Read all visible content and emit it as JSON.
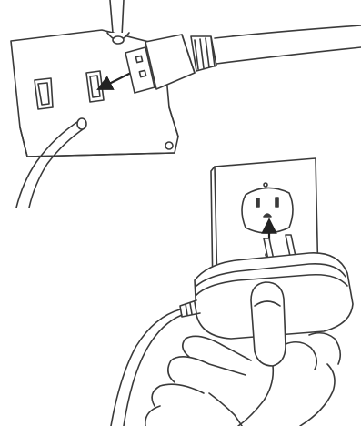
{
  "colors": {
    "line": "#3a3a3a",
    "fill": "#ffffff",
    "shade": "#e6e6e6"
  },
  "panels": [
    {
      "name": "usb-connection-panel",
      "icon": "usb-plug-into-device-port"
    },
    {
      "name": "wall-outlet-panel",
      "icon": "ac-adapter-into-wall-outlet"
    }
  ]
}
